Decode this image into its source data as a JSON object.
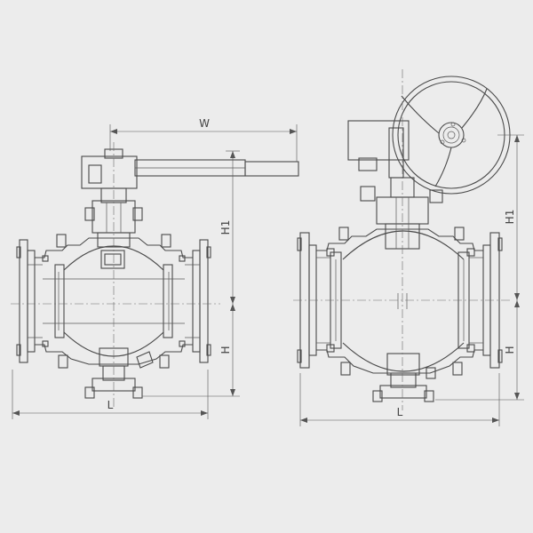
{
  "left_view": {
    "dim_width": "W",
    "dim_upper_height": "H1",
    "dim_lower_height": "H",
    "dim_length": "L"
  },
  "right_view": {
    "dim_upper_height": "H1",
    "dim_lower_height": "H",
    "dim_length": "L"
  },
  "colors": {
    "background": "#ececec",
    "line": "#4a4a4a"
  }
}
